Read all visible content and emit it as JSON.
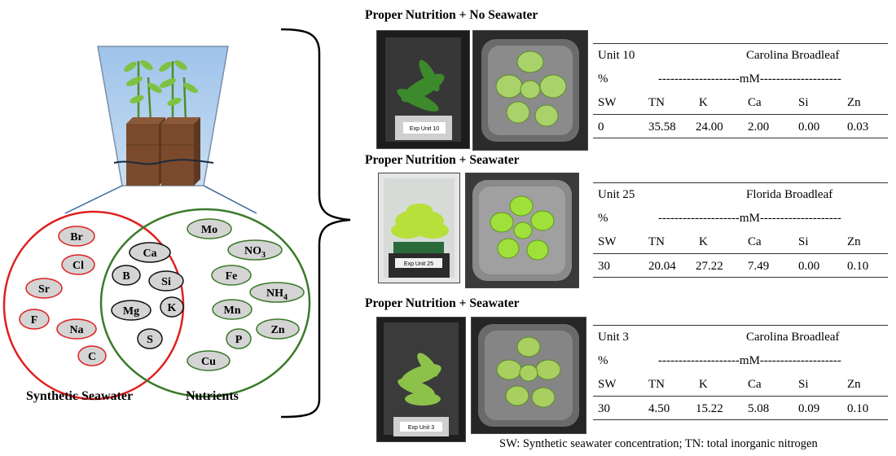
{
  "diagram": {
    "left_label": "Synthetic Seawater",
    "right_label": "Nutrients",
    "seawater_only": [
      "Br",
      "Cl",
      "Sr",
      "F",
      "Na",
      "C"
    ],
    "shared": [
      "Ca",
      "B",
      "Si",
      "Mg",
      "K",
      "S"
    ],
    "nutrients_only": [
      "Mo",
      "NO",
      "Fe",
      "NH",
      "Mn",
      "Zn",
      "P",
      "Cu"
    ],
    "subscripts": {
      "NO": "3",
      "NH": "4"
    }
  },
  "photo_labels": {
    "unit10": "Exp Unit 10",
    "unit25": "Exp Unit 25",
    "unit3": "Exp Unit 3"
  },
  "panels": [
    {
      "title": "Proper Nutrition + No Seawater",
      "unit": "Unit 10",
      "variety": "Carolina Broadleaf",
      "pct": "%",
      "mm": "--------------------mM--------------------",
      "headers": [
        "SW",
        "TN",
        "K",
        "Ca",
        "Si",
        "Zn"
      ],
      "values": [
        "0",
        "35.58",
        "24.00",
        "2.00",
        "0.00",
        "0.03"
      ]
    },
    {
      "title": "Proper Nutrition + Seawater",
      "unit": "Unit 25",
      "variety": "Florida Broadleaf",
      "pct": "%",
      "mm": "--------------------mM--------------------",
      "headers": [
        "SW",
        "TN",
        "K",
        "Ca",
        "Si",
        "Zn"
      ],
      "values": [
        "30",
        "20.04",
        "27.22",
        "7.49",
        "0.00",
        "0.10"
      ]
    },
    {
      "title": "Proper Nutrition + Seawater",
      "unit": "Unit 3",
      "variety": "Carolina Broadleaf",
      "pct": "%",
      "mm": "--------------------mM--------------------",
      "headers": [
        "SW",
        "TN",
        "K",
        "Ca",
        "Si",
        "Zn"
      ],
      "values": [
        "30",
        "4.50",
        "15.22",
        "5.08",
        "0.09",
        "0.10"
      ]
    }
  ],
  "footnote": "SW: Synthetic seawater concentration; TN: total inorganic nitrogen"
}
